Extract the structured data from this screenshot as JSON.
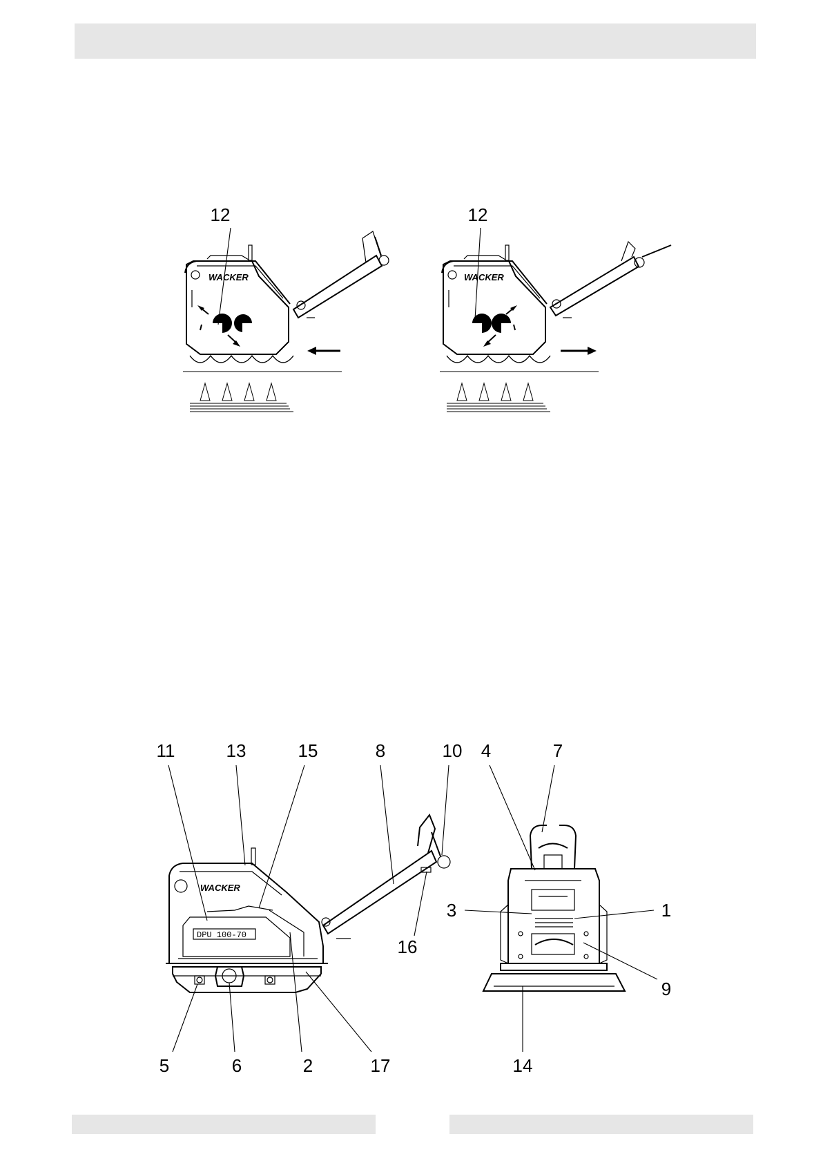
{
  "top_figure": {
    "left_callout": "12",
    "right_callout": "12",
    "brand_text": "WACKER"
  },
  "bottom_figure": {
    "brand_text": "WACKER",
    "model_plate": "DPU  100-70",
    "callouts_top": [
      "11",
      "13",
      "15",
      "8",
      "10",
      "4",
      "7"
    ],
    "callouts_side": [
      "3",
      "1",
      "16",
      "9"
    ],
    "callouts_bottom": [
      "5",
      "6",
      "2",
      "17",
      "14"
    ]
  }
}
